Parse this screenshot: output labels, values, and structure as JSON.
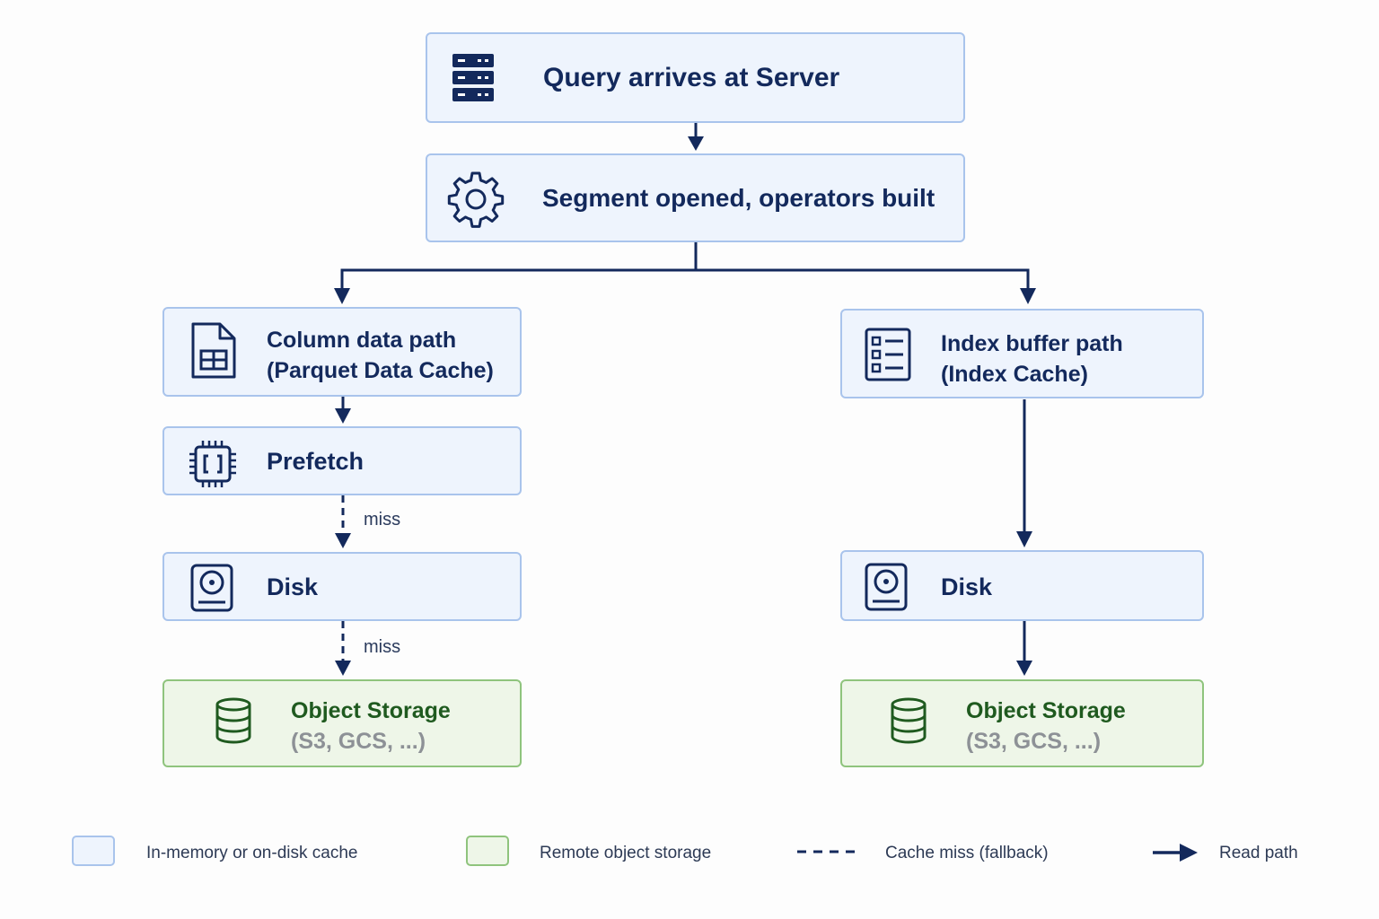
{
  "nodes": {
    "query": {
      "label": "Query arrives at Server",
      "icon": "server-icon"
    },
    "segment": {
      "label": "Segment opened, operators built",
      "icon": "gear-icon"
    },
    "column_path": {
      "line1": "Column data path",
      "line2": "(Parquet Data Cache)",
      "icon": "file-table-icon"
    },
    "prefetch": {
      "label": "Prefetch",
      "icon": "chip-icon"
    },
    "disk_left": {
      "label": "Disk",
      "icon": "hard-disk-icon"
    },
    "storage_left": {
      "line1": "Object Storage",
      "line2": "(S3, GCS, ...)",
      "icon": "database-icon"
    },
    "index_path": {
      "line1": "Index buffer path",
      "line2": "(Index Cache)",
      "icon": "list-icon"
    },
    "disk_right": {
      "label": "Disk",
      "icon": "hard-disk-icon"
    },
    "storage_right": {
      "line1": "Object Storage",
      "line2": "(S3, GCS, ...)",
      "icon": "database-icon"
    }
  },
  "edges": {
    "miss_label_1": "miss",
    "miss_label_2": "miss"
  },
  "legend": {
    "cache": "In-memory or on-disk cache",
    "remote": "Remote object storage",
    "miss": "Cache miss (fallback)",
    "read": "Read path"
  },
  "colors": {
    "cache_fill": "#eef4fd",
    "cache_border": "#a9c4ec",
    "storage_fill": "#eef6e8",
    "storage_border": "#8fc47d",
    "arrow": "#13295c",
    "storage_text": "#1f5a1f"
  }
}
